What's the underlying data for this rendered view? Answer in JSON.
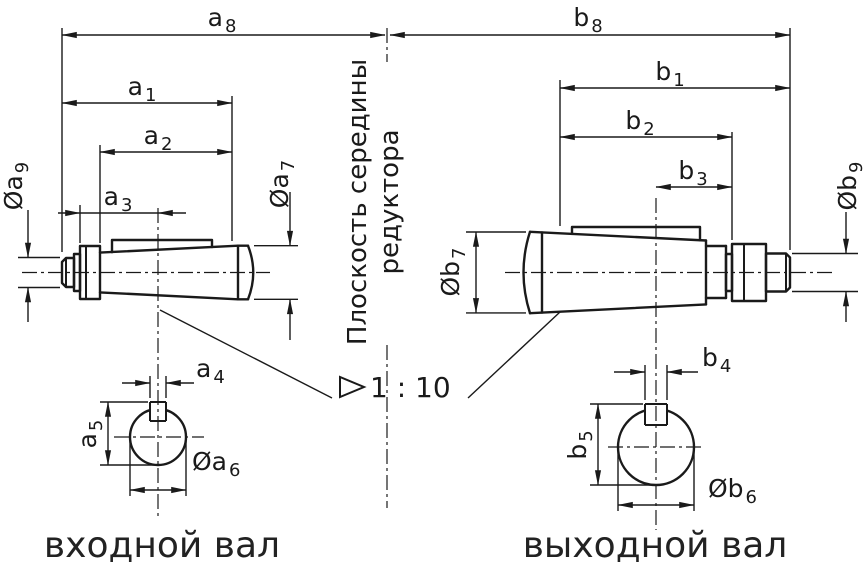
{
  "drawing": {
    "dims": {
      "a1": {
        "base": "a",
        "sub": "1"
      },
      "a2": {
        "base": "a",
        "sub": "2"
      },
      "a3": {
        "base": "a",
        "sub": "3"
      },
      "a4": {
        "base": "a",
        "sub": "4"
      },
      "a5": {
        "base": "a",
        "sub": "5"
      },
      "a6": {
        "base": "Øa",
        "sub": "6"
      },
      "a7": {
        "base": "Øa",
        "sub": "7"
      },
      "a8": {
        "base": "a",
        "sub": "8"
      },
      "a9": {
        "base": "Øa",
        "sub": "9"
      },
      "b1": {
        "base": "b",
        "sub": "1"
      },
      "b2": {
        "base": "b",
        "sub": "2"
      },
      "b3": {
        "base": "b",
        "sub": "3"
      },
      "b4": {
        "base": "b",
        "sub": "4"
      },
      "b5": {
        "base": "b",
        "sub": "5"
      },
      "b6": {
        "base": "Øb",
        "sub": "6"
      },
      "b7": {
        "base": "Øb",
        "sub": "7"
      },
      "b8": {
        "base": "b",
        "sub": "8"
      },
      "b9": {
        "base": "Øb",
        "sub": "9"
      }
    },
    "annotations": {
      "plane_line1": "Плоскость середины",
      "plane_line2": "редуктора",
      "taper_ratio": "1 : 10"
    },
    "captions": {
      "input_shaft": "входной вал",
      "output_shaft": "выходной вал"
    },
    "colors": {
      "line": "#1a1a1a",
      "background": "#ffffff"
    }
  }
}
